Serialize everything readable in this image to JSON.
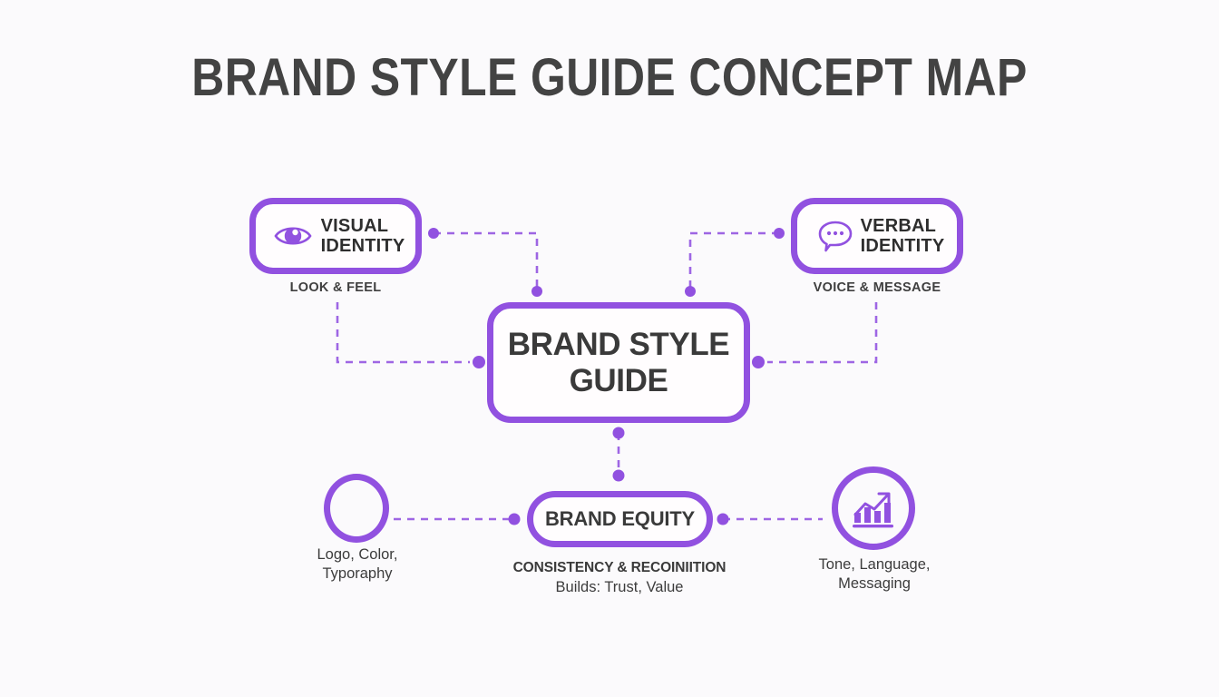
{
  "page": {
    "title": "BRAND STYLE GUIDE CONCEPT MAP",
    "background_color": "#fbfafc",
    "accent_color": "#9151e0",
    "text_color": "#3a3a3a"
  },
  "nodes": {
    "center": {
      "label_line1": "BRAND STYLE",
      "label_line2": "GUIDE",
      "shape": "rounded-rect"
    },
    "visual_identity": {
      "label_line1": "VISUAL",
      "label_line2": "IDENTITY",
      "icon": "eye-icon",
      "caption": "LOOK & FEEL",
      "shape": "rounded-rect"
    },
    "verbal_identity": {
      "label_line1": "VERBAL",
      "label_line2": "IDENTITY",
      "icon": "speech-bubble-icon",
      "caption": "VOICE & MESSAGE",
      "shape": "rounded-rect"
    },
    "brand_equity": {
      "label": "BRAND EQUITY",
      "caption_line1": "CONSISTENCY & RECOINIITION",
      "caption_line2": "Builds: Trust, Value",
      "shape": "pill"
    },
    "logo_color": {
      "icon": "empty-circle-icon",
      "caption_line1": "Logo, Color,",
      "caption_line2": "Typoraphy",
      "shape": "circle"
    },
    "tone_language": {
      "icon": "bar-chart-growth-icon",
      "caption_line1": "Tone, Language,",
      "caption_line2": "Messaging",
      "shape": "circle"
    }
  },
  "connectors": {
    "style": "dashed",
    "color": "#9151e0",
    "endpoint": "dot",
    "links": [
      {
        "from": "visual_identity",
        "to": "center",
        "path": "elbow"
      },
      {
        "from": "verbal_identity",
        "to": "center",
        "path": "elbow"
      },
      {
        "from": "visual_identity_caption",
        "to": "center_left",
        "path": "elbow"
      },
      {
        "from": "verbal_identity_caption",
        "to": "center_right",
        "path": "elbow"
      },
      {
        "from": "center",
        "to": "brand_equity",
        "path": "vertical"
      },
      {
        "from": "logo_color",
        "to": "brand_equity",
        "path": "horizontal"
      },
      {
        "from": "brand_equity",
        "to": "tone_language",
        "path": "horizontal"
      }
    ]
  }
}
